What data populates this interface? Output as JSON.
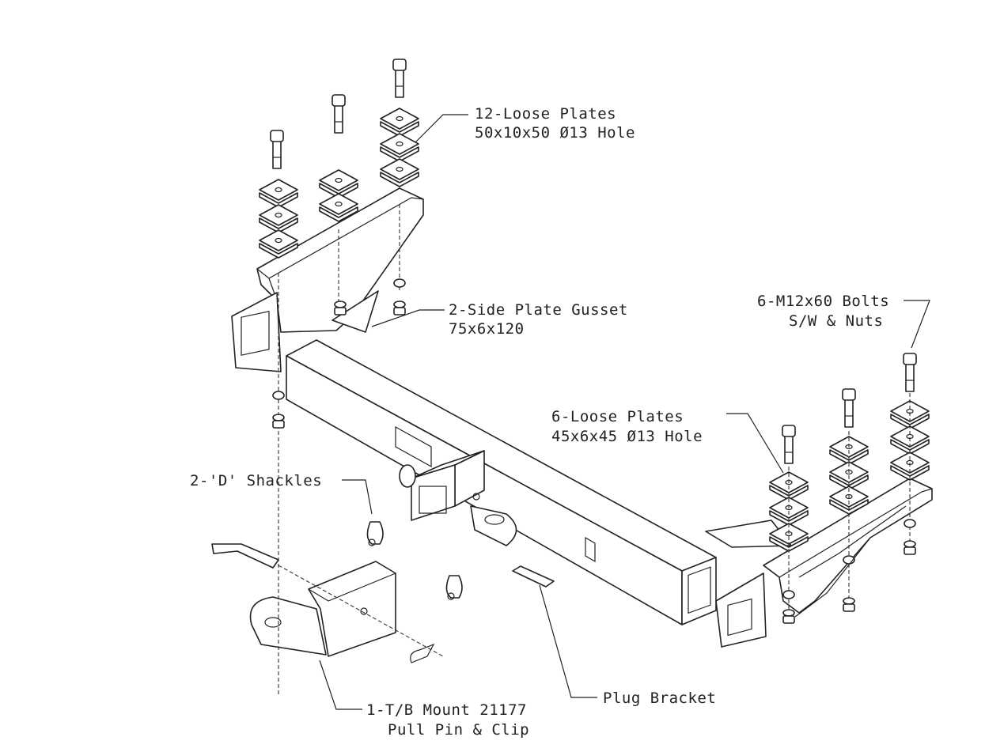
{
  "labels": {
    "loose_plates_12": {
      "line1": "12-Loose Plates",
      "line2": "50x10x50 Ø13 Hole"
    },
    "side_plate_gusset": {
      "line1": "2-Side Plate Gusset",
      "line2": "75x6x120"
    },
    "bolts": {
      "line1": "6-M12x60 Bolts",
      "line2": "S/W & Nuts"
    },
    "loose_plates_6": {
      "line1": "6-Loose Plates",
      "line2": "45x6x45 Ø13 Hole"
    },
    "shackles": {
      "line1": "2-'D' Shackles"
    },
    "plug_bracket": {
      "line1": "Plug Bracket"
    },
    "tb_mount": {
      "line1": "1-T/B Mount 21177",
      "line2": "Pull Pin & Clip"
    }
  }
}
